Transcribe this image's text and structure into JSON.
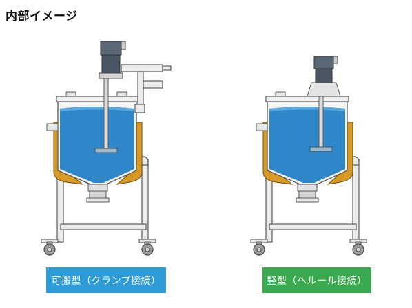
{
  "heading": "内部イメージ",
  "tanks": [
    {
      "label": "可搬型（クランプ接続）",
      "color": "#2c9bd7"
    },
    {
      "label": "竪型（ヘルール接続）",
      "color": "#3aa94f"
    }
  ],
  "colors": {
    "liquid": "#2f86c8",
    "liquid_top": "#5aa7dc",
    "jacket": "#d89a22",
    "frame": "#ececec",
    "outline": "#5a5a5a",
    "motor": "#5b6876"
  }
}
